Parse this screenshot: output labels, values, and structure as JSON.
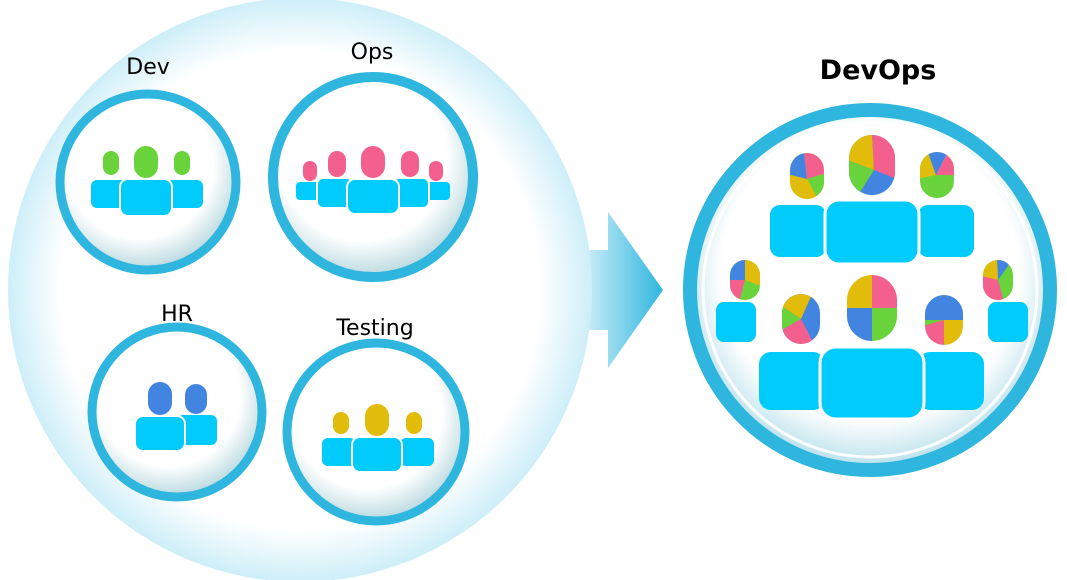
{
  "diagram": {
    "type": "team-merge-illustration",
    "colors": {
      "ring": "#2eb6df",
      "body": "#00cbfb",
      "dev": "#69d33b",
      "ops": "#f4608e",
      "hr": "#4285e0",
      "testing": "#e2bc0a",
      "arrow": "#2eb6df"
    },
    "groups": [
      {
        "id": "dev",
        "label": "Dev",
        "member_count": 3,
        "head_color": "#69d33b"
      },
      {
        "id": "ops",
        "label": "Ops",
        "member_count": 5,
        "head_color": "#f4608e"
      },
      {
        "id": "hr",
        "label": "HR",
        "member_count": 2,
        "head_color": "#4285e0"
      },
      {
        "id": "testing",
        "label": "Testing",
        "member_count": 3,
        "head_color": "#e2bc0a"
      }
    ],
    "arrow": {
      "direction": "right"
    },
    "result": {
      "label": "DevOps",
      "member_count": 8,
      "head_style": "multicolor-pie"
    }
  }
}
